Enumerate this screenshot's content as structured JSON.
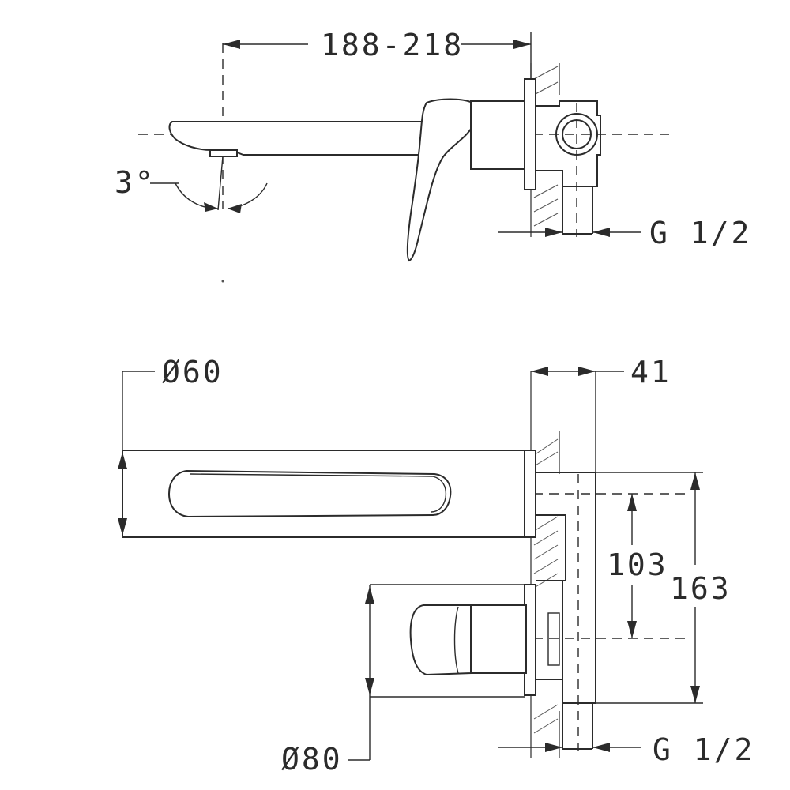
{
  "dimensions": {
    "spout_projection": "188-218",
    "spout_angle": "3°",
    "connection_top": "G 1/2",
    "rosette_spout_diameter": "Ø60",
    "wall_depth": "41",
    "axis_spacing": "103",
    "total_height": "163",
    "rosette_handle_diameter": "Ø80",
    "connection_bottom": "G 1/2"
  }
}
